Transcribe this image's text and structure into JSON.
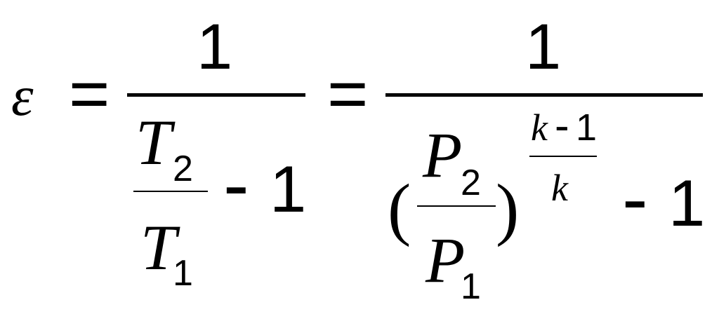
{
  "equation": {
    "lhs": {
      "symbol": "ε"
    },
    "equals_1": "=",
    "fraction_1": {
      "numerator": "1",
      "denominator": {
        "inner_fraction": {
          "numerator": {
            "base": "T",
            "subscript": "2"
          },
          "denominator": {
            "base": "T",
            "subscript": "1"
          }
        },
        "minus": "-",
        "one": "1"
      }
    },
    "equals_2": "=",
    "fraction_2": {
      "numerator": "1",
      "denominator": {
        "open_paren": "(",
        "inner_fraction": {
          "numerator": {
            "base": "P",
            "subscript": "2"
          },
          "denominator": {
            "base": "P",
            "subscript": "1"
          }
        },
        "close_paren": ")",
        "exponent": {
          "numerator": {
            "k": "k",
            "minus": "-",
            "one": "1"
          },
          "denominator": "k"
        },
        "minus": "-",
        "one": "1"
      }
    }
  }
}
